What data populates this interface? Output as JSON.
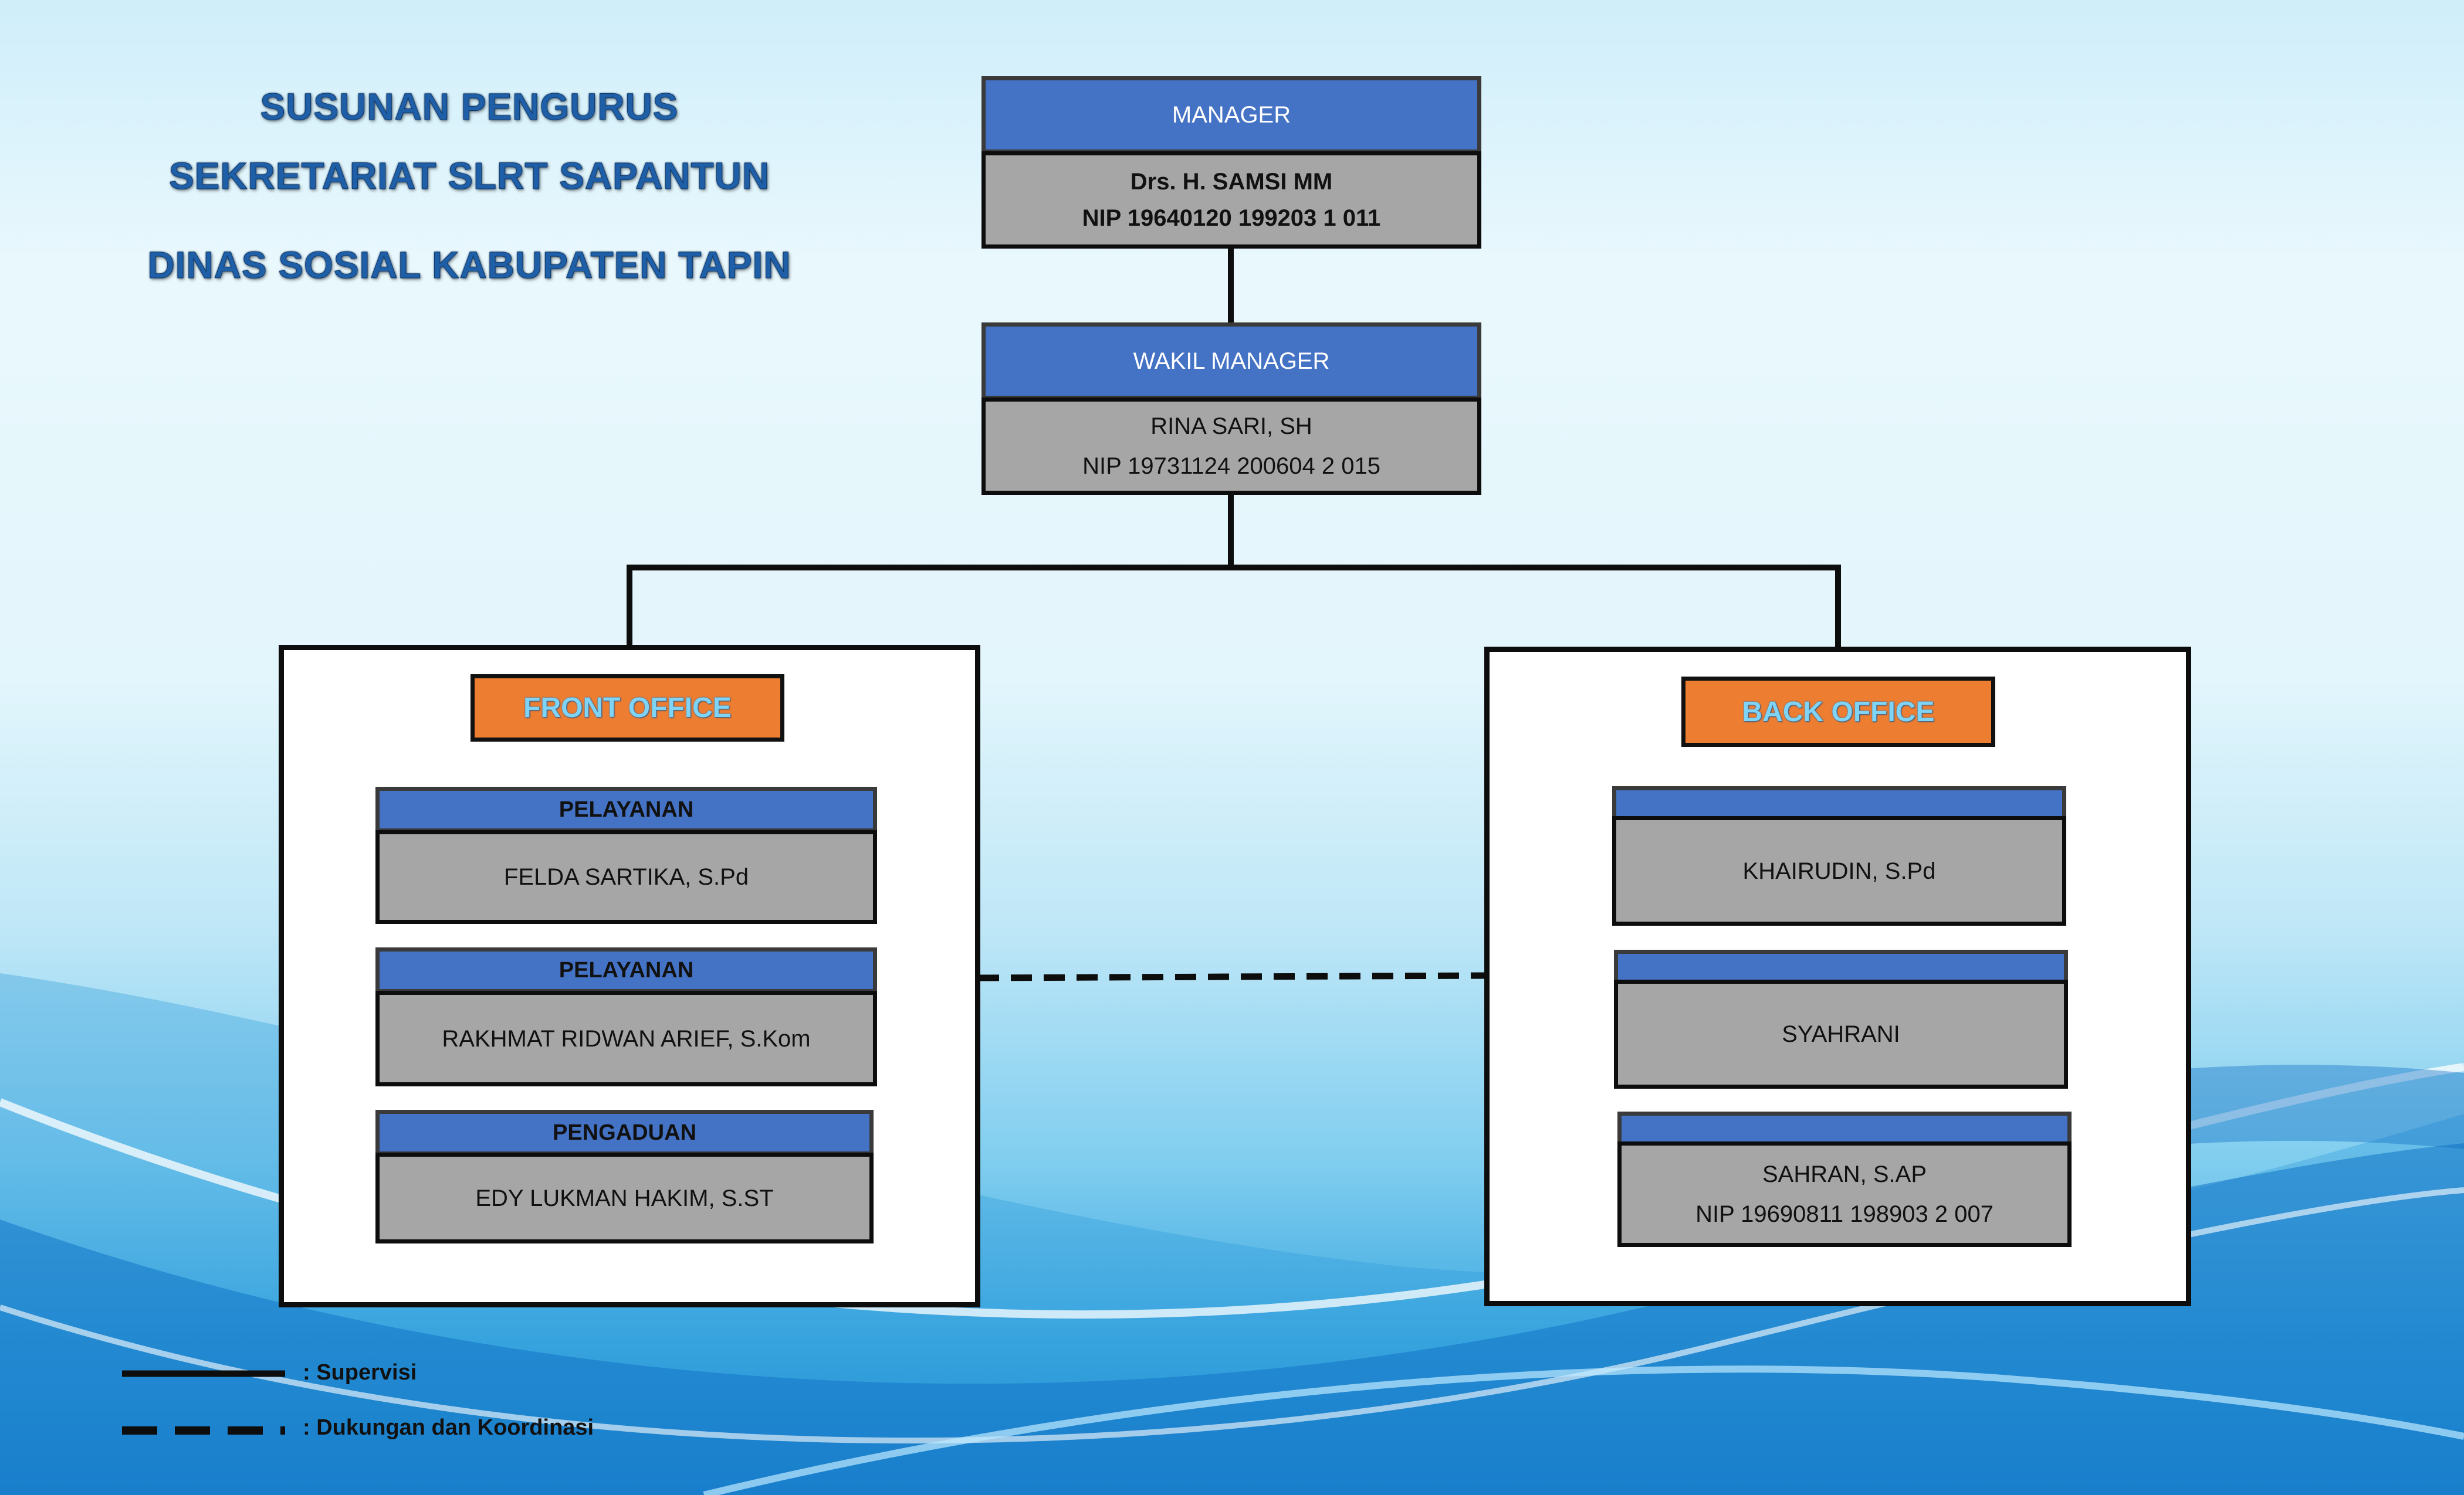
{
  "title": {
    "line1": "SUSUNAN PENGURUS",
    "line2": "SEKRETARIAT SLRT SAPANTUN",
    "line3": "DINAS SOSIAL KABUPATEN TAPIN"
  },
  "manager": {
    "role": "MANAGER",
    "name": "Drs. H. SAMSI MM",
    "nip": "NIP 19640120 199203 1 011"
  },
  "wakil_manager": {
    "role": "WAKIL MANAGER",
    "name": "RINA SARI, SH",
    "nip": "NIP 19731124 200604 2 015"
  },
  "front_office": {
    "label": "FRONT OFFICE",
    "members": [
      {
        "role": "PELAYANAN",
        "name": "FELDA SARTIKA, S.Pd"
      },
      {
        "role": "PELAYANAN",
        "name": "RAKHMAT RIDWAN ARIEF, S.Kom"
      },
      {
        "role": "PENGADUAN",
        "name": "EDY LUKMAN HAKIM, S.ST"
      }
    ]
  },
  "back_office": {
    "label": "BACK OFFICE",
    "members": [
      {
        "name": "KHAIRUDIN, S.Pd"
      },
      {
        "name": "SYAHRANI"
      },
      {
        "name": "SAHRAN, S.AP",
        "nip": "NIP 19690811 198903 2 007"
      }
    ]
  },
  "legend": {
    "supervisi": ":   Supervisi",
    "dukungan": ":   Dukungan dan Koordinasi"
  },
  "colors": {
    "header_blue": "#4472c4",
    "body_gray": "#a6a6a6",
    "office_orange": "#ed7d31",
    "title_blue": "#1f5fa8"
  }
}
